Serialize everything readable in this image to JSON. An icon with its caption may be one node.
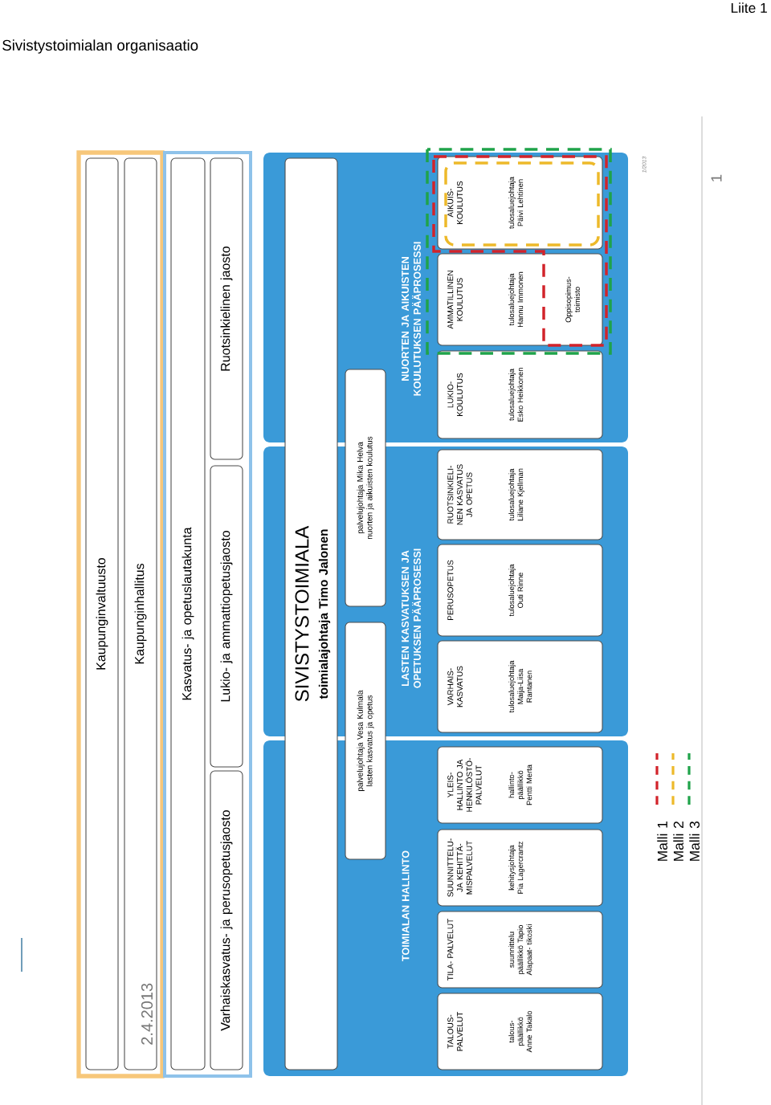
{
  "diagram": {
    "title": "Sivistystoimialan organisaatio",
    "nodes": [
      {
        "text": [],
        "shape": "box"
      },
      {
        "text": [
          "Kaupunginvaltuusto"
        ],
        "in": 0
      },
      {
        "text": [
          "Kaupunginhallitus"
        ],
        "in": 0
      },
      {
        "text": [],
        "shape": "box"
      },
      {
        "text": [
          "Kasvatus- ja opetuslautakunta"
        ],
        "in": 3
      },
      {
        "text": [
          "Varhaiskasvatus- ja perusopetusjaosto"
        ],
        "in": 3
      },
      {
        "text": [
          "Lukio- ja ammattiopetusjaosto"
        ],
        "in": 3
      },
      {
        "text": [
          "Ruotsinkielinen jaosto"
        ],
        "in": 3
      },
      {
        "text": [
          "SIVISTYSTOIMIALA",
          "toimialajohtaja Timo Jalonen"
        ]
      },
      {
        "text": [
          "palvelujohtaja Vesa Kulmala lasten kasvatus ja opetus"
        ]
      },
      {
        "text": [
          "palvelujohtaja Mika Helva nuorten ja aikuisten koulutus"
        ]
      },
      {
        "text": [
          "TOIMIALAN HALLINTO"
        ]
      },
      {
        "text": [
          "TALOUS- PALVELUT",
          "talous- päällikkö Anne Takalo"
        ],
        "in": 11
      },
      {
        "text": [
          "TILA- PALVELUT",
          "suunnittelu päällikkö Tapio Alapaat- tikoski"
        ],
        "in": 11
      },
      {
        "text": [
          "SUUNNITTELU- JA KEHITTÄ- MISPALVELUT",
          "kehitysjohtaja Pia Lagercrantz"
        ],
        "in": 11
      },
      {
        "text": [
          "YLEIS- HALLINTO JA HENKILÖSTÖ- PALVELUT",
          "hallinto- päällikkö Pentti Merta"
        ],
        "in": 11
      },
      {
        "text": [
          "LASTEN KASVATUKSEN JA OPETUKSEN PÄÄPROSESSI"
        ]
      },
      {
        "text": [
          "VARHAIS- KASVATUS",
          "tulosaluejohtaja Maija-Liisa Rantanen"
        ],
        "in": 16
      },
      {
        "text": [
          "PERUSOPETUS",
          "tulosaluejohtaja Outi Rinne"
        ],
        "in": 16
      },
      {
        "text": [
          "RUOTSINKIELI- NEN KASVATUS JA OPETUS",
          "tulosaluejohtaja Liliane Kjellman"
        ],
        "in": 16
      },
      {
        "text": [
          "NUORTEN JA AIKUISTEN KOULUTUKSEN PÄÄPROSESSI"
        ]
      },
      {
        "text": [
          "LUKIO- KOULUTUS",
          "tulosaluejohtaja Esko Heikkonen"
        ],
        "in": 20
      },
      {
        "text": [
          "AMMATILLINEN KOULUTUS",
          "tulosaluejohtaja Hannu Immonen",
          "Oppisopimus- toimisto"
        ],
        "in": 20
      },
      {
        "text": [
          "AIKUIS- KOULUTUS",
          "tulosaluejohtaja Päivi Lehtinen"
        ],
        "in": 20
      }
    ],
    "labels": [
      "Liite 1",
      "2.4.2013",
      "1/2013",
      "1"
    ],
    "legend": [
      {
        "text": "Malli 1"
      },
      {
        "text": "Malli 2"
      },
      {
        "text": "Malli 3"
      }
    ]
  }
}
